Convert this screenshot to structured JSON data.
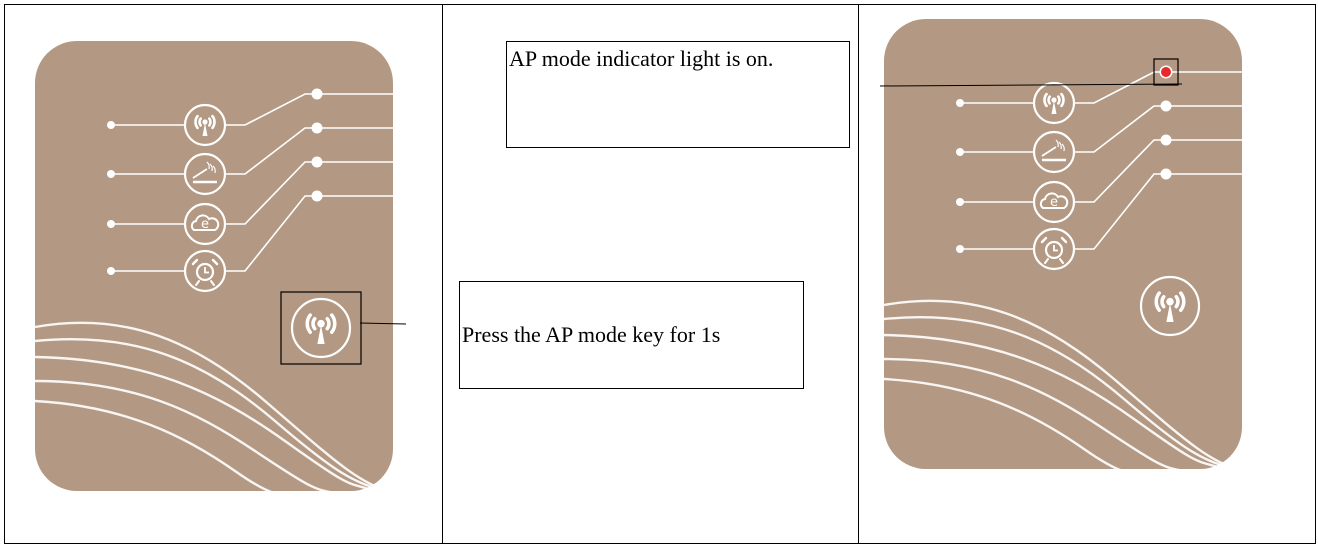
{
  "colors": {
    "panel_fill": "#b39983",
    "panel_line": "#ffffff",
    "indicator_on": "#e8282a",
    "frame": "#000000",
    "background": "#ffffff"
  },
  "steps": [
    {
      "id": "step-1",
      "panel": {
        "icons": [
          "ap-mode-icon",
          "heating-icon",
          "eco-cloud-icon",
          "timer-icon"
        ],
        "ap_key_icon": "ap-mode-key-icon",
        "ap_key_highlighted": true,
        "indicators_on": []
      }
    },
    {
      "id": "step-2",
      "callouts": {
        "indicator": "AP mode indicator light is on.",
        "action": "Press the AP mode key for 1s"
      }
    },
    {
      "id": "step-3",
      "panel": {
        "icons": [
          "ap-mode-icon",
          "heating-icon",
          "eco-cloud-icon",
          "timer-icon"
        ],
        "ap_key_icon": "ap-mode-key-icon",
        "ap_key_highlighted": false,
        "indicators_on": [
          "ap-mode-indicator"
        ]
      }
    }
  ]
}
